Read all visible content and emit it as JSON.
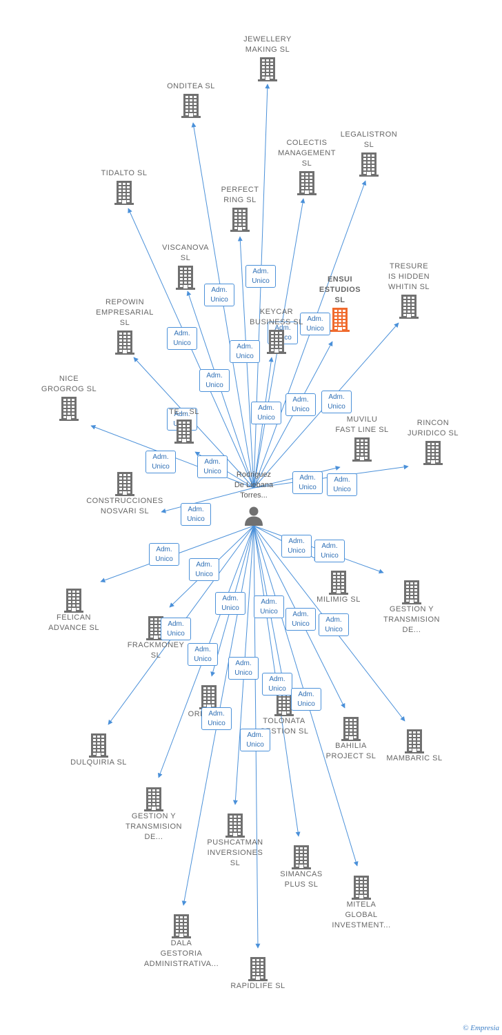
{
  "colors": {
    "edge": "#4a90d9",
    "node": "#707070",
    "highlight": "#f06a2d",
    "badge_text": "#2f6fb5"
  },
  "person": {
    "name": "Rodriguez\nDe Liebana\nTorres...",
    "icon": "person-icon"
  },
  "badge_text": "Adm.\nUnico",
  "companies": [
    {
      "id": "jewellery",
      "label": "JEWELLERY\nMAKING  SL"
    },
    {
      "id": "onditea",
      "label": "ONDITEA  SL"
    },
    {
      "id": "colectis",
      "label": "COLECTIS\nMANAGEMENT\nSL"
    },
    {
      "id": "legalistron",
      "label": "LEGALISTRON\nSL"
    },
    {
      "id": "tidalto",
      "label": "TIDALTO  SL"
    },
    {
      "id": "perfect",
      "label": "PERFECT\nRING  SL"
    },
    {
      "id": "viscanova",
      "label": "VISCANOVA\nSL"
    },
    {
      "id": "ensui",
      "label": "ENSUI\nESTUDIOS\nSL",
      "highlight": true
    },
    {
      "id": "tresure",
      "label": "TRESURE\nIS HIDDEN\nWHITIN  SL"
    },
    {
      "id": "repowin",
      "label": "REPOWIN\nEMPRESARIAL\nSL"
    },
    {
      "id": "keycar",
      "label": "KEYCAR\nBUSINESS  SL"
    },
    {
      "id": "nice",
      "label": "NICE\nGROGROG  SL"
    },
    {
      "id": "te",
      "label": "TE...  SL"
    },
    {
      "id": "muvilu",
      "label": "MUVILU\nFAST LINE  SL"
    },
    {
      "id": "rincon",
      "label": "RINCON\nJURIDICO SL"
    },
    {
      "id": "construcciones",
      "label": "CONSTRUCCIONES\nNOSVARI SL"
    },
    {
      "id": "felican",
      "label": "FELICAN\nADVANCE  SL"
    },
    {
      "id": "frackmoney",
      "label": "FRACKMONEY\nSL"
    },
    {
      "id": "milimig",
      "label": "MILIMIG  SL"
    },
    {
      "id": "gestion1",
      "label": "GESTION Y\nTRANSMISION\nDE..."
    },
    {
      "id": "orle",
      "label": "ORLE...  SL"
    },
    {
      "id": "tolonata",
      "label": "TOLONATA\nGESTION  SL"
    },
    {
      "id": "bahilia",
      "label": "BAHILIA\nPROJECT  SL"
    },
    {
      "id": "mambaric",
      "label": "MAMBARIC  SL"
    },
    {
      "id": "dulquiria",
      "label": "DULQUIRIA  SL"
    },
    {
      "id": "gestion2",
      "label": "GESTION Y\nTRANSMISION\nDE..."
    },
    {
      "id": "pushcatman",
      "label": "PUSHCATMAN\nINVERSIONES\nSL"
    },
    {
      "id": "simancas",
      "label": "SIMANCAS\nPLUS  SL"
    },
    {
      "id": "mitela",
      "label": "MITELA\nGLOBAL\nINVESTMENT..."
    },
    {
      "id": "dala",
      "label": "DALA\nGESTORIA\nADMINISTRATIVA..."
    },
    {
      "id": "rapidlife",
      "label": "RAPIDLIFE  SL"
    }
  ],
  "footer": {
    "symbol": "©",
    "brand": "Empresia"
  }
}
